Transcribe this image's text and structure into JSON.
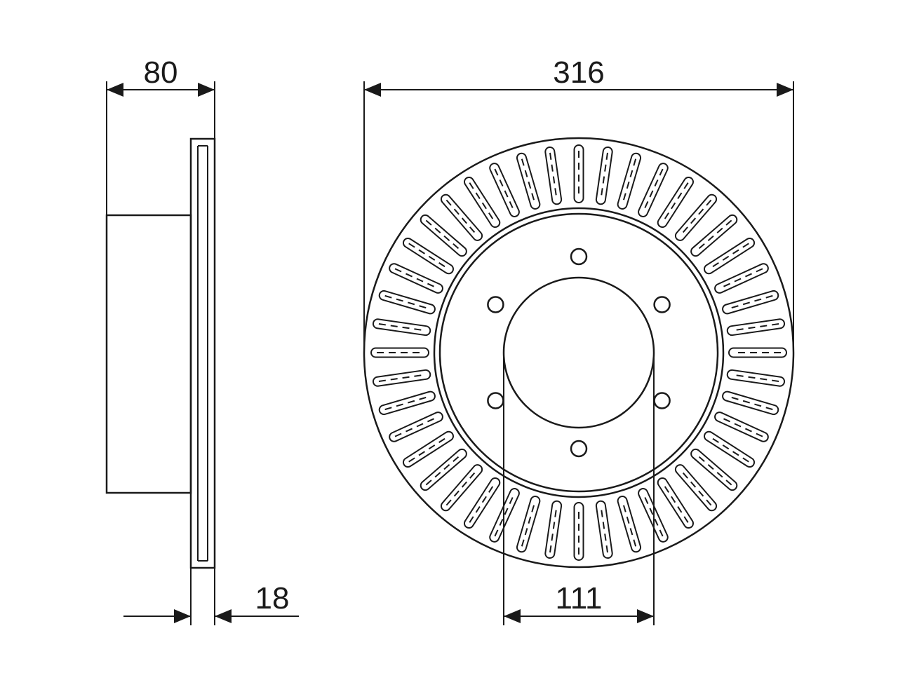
{
  "dimensions": {
    "hub_height": "80",
    "outer_diameter": "316",
    "disc_thickness": "18",
    "center_bore": "111"
  },
  "bolt_holes": 6,
  "cooling_slots": 44,
  "colors": {
    "line": "#1a1a1a",
    "background": "#ffffff"
  }
}
